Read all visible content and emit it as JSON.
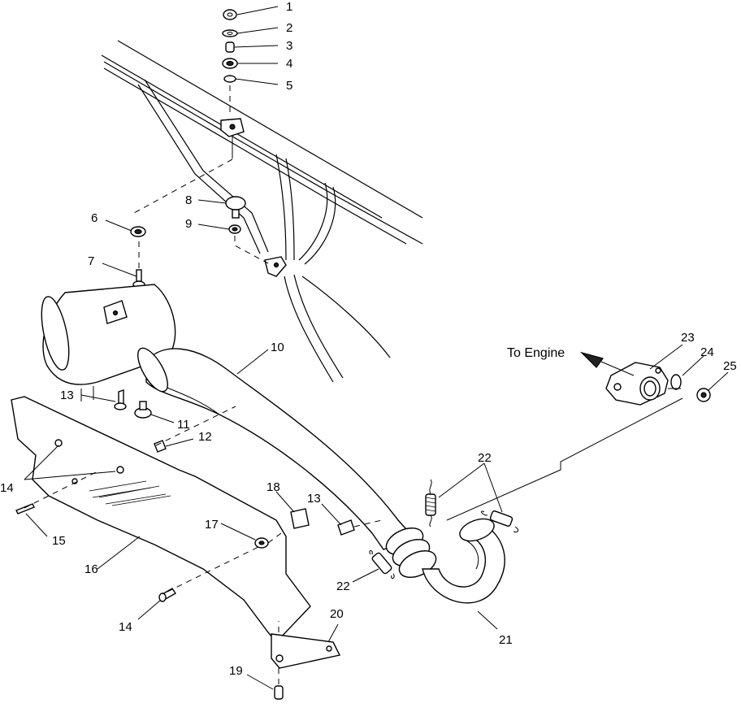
{
  "diagram": {
    "note": "To Engine",
    "callouts": [
      {
        "id": "c1",
        "text": "1"
      },
      {
        "id": "c2",
        "text": "2"
      },
      {
        "id": "c3",
        "text": "3"
      },
      {
        "id": "c4",
        "text": "4"
      },
      {
        "id": "c5",
        "text": "5"
      },
      {
        "id": "c6",
        "text": "6"
      },
      {
        "id": "c7",
        "text": "7"
      },
      {
        "id": "c8",
        "text": "8"
      },
      {
        "id": "c9",
        "text": "9"
      },
      {
        "id": "c10",
        "text": "10"
      },
      {
        "id": "c11",
        "text": "11"
      },
      {
        "id": "c12",
        "text": "12"
      },
      {
        "id": "c13a",
        "text": "13"
      },
      {
        "id": "c13b",
        "text": "13"
      },
      {
        "id": "c14a",
        "text": "14"
      },
      {
        "id": "c14b",
        "text": "14"
      },
      {
        "id": "c15",
        "text": "15"
      },
      {
        "id": "c16",
        "text": "16"
      },
      {
        "id": "c17",
        "text": "17"
      },
      {
        "id": "c18",
        "text": "18"
      },
      {
        "id": "c19",
        "text": "19"
      },
      {
        "id": "c20",
        "text": "20"
      },
      {
        "id": "c21",
        "text": "21"
      },
      {
        "id": "c22a",
        "text": "22"
      },
      {
        "id": "c22b",
        "text": "22"
      },
      {
        "id": "c23",
        "text": "23"
      },
      {
        "id": "c24",
        "text": "24"
      },
      {
        "id": "c25",
        "text": "25"
      }
    ]
  }
}
